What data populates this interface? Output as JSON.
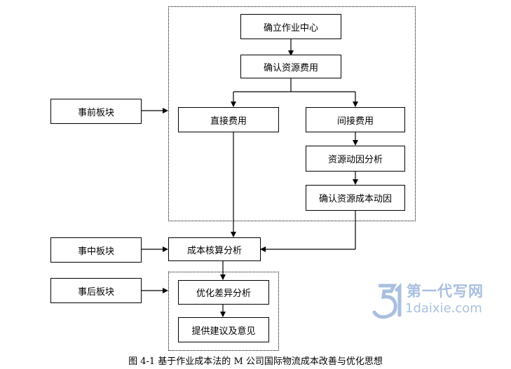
{
  "nodes": {
    "establish_center": "确立作业中心",
    "confirm_resource_cost": "确认资源费用",
    "direct_cost": "直接费用",
    "indirect_cost": "间接费用",
    "resource_driver_analysis": "资源动因分析",
    "confirm_resource_cost_driver": "确认资源成本动因",
    "cost_accounting_analysis": "成本核算分析",
    "variance_analysis": "优化差异分析",
    "suggestions": "提供建议及意见",
    "pre_stage": "事前板块",
    "mid_stage": "事中板块",
    "post_stage": "事后板块"
  },
  "caption": "图 4-1  基于作业成本法的 M 公司国际物流成本改善与优化思想",
  "watermark": {
    "line1": "第一代写网",
    "line2": "1daixie.com"
  },
  "colors": {
    "line": "#000000",
    "watermark": "#a9bfe0"
  }
}
